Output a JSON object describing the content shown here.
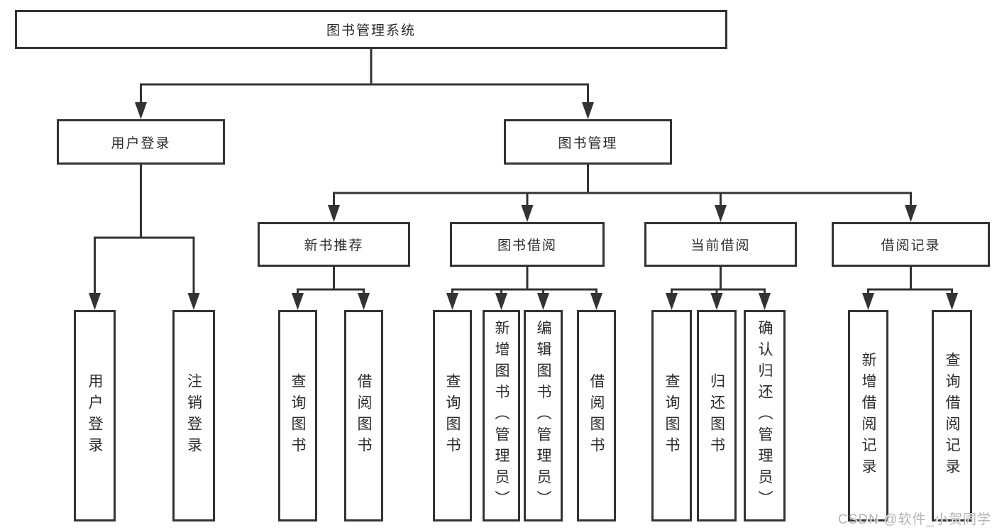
{
  "diagram": {
    "root": {
      "label": "图书管理系统"
    },
    "level2": [
      {
        "id": "user-login",
        "label": "用户登录",
        "parent": "图书管理系统"
      },
      {
        "id": "book-management",
        "label": "图书管理",
        "parent": "图书管理系统"
      }
    ],
    "level3": [
      {
        "id": "new-book-recommend",
        "label": "新书推荐",
        "parent": "图书管理"
      },
      {
        "id": "book-borrow",
        "label": "图书借阅",
        "parent": "图书管理"
      },
      {
        "id": "current-borrow",
        "label": "当前借阅",
        "parent": "图书管理"
      },
      {
        "id": "borrow-records",
        "label": "借阅记录",
        "parent": "图书管理"
      }
    ],
    "leaves": [
      {
        "label": "用户登录",
        "parent": "用户登录"
      },
      {
        "label": "注销登录",
        "parent": "用户登录"
      },
      {
        "label": "查询图书",
        "parent": "新书推荐"
      },
      {
        "label": "借阅图书",
        "parent": "新书推荐"
      },
      {
        "label": "查询图书",
        "parent": "图书借阅"
      },
      {
        "label": "新增图书（管理员）",
        "parent": "图书借阅"
      },
      {
        "label": "编辑图书（管理员）",
        "parent": "图书借阅"
      },
      {
        "label": "借阅图书",
        "parent": "图书借阅"
      },
      {
        "label": "查询图书",
        "parent": "当前借阅"
      },
      {
        "label": "归还图书",
        "parent": "当前借阅"
      },
      {
        "label": "确认归还（管理员）",
        "parent": "当前借阅"
      },
      {
        "label": "新增借阅记录",
        "parent": "借阅记录"
      },
      {
        "label": "查询借阅记录",
        "parent": "借阅记录"
      }
    ]
  },
  "watermark": {
    "text": "CSDN @软件_小贺同学"
  },
  "colors": {
    "line": "#333333",
    "box_border": "#333333",
    "text": "#2b2b2b",
    "watermark": "#b5b5b5",
    "background": "#ffffff"
  }
}
